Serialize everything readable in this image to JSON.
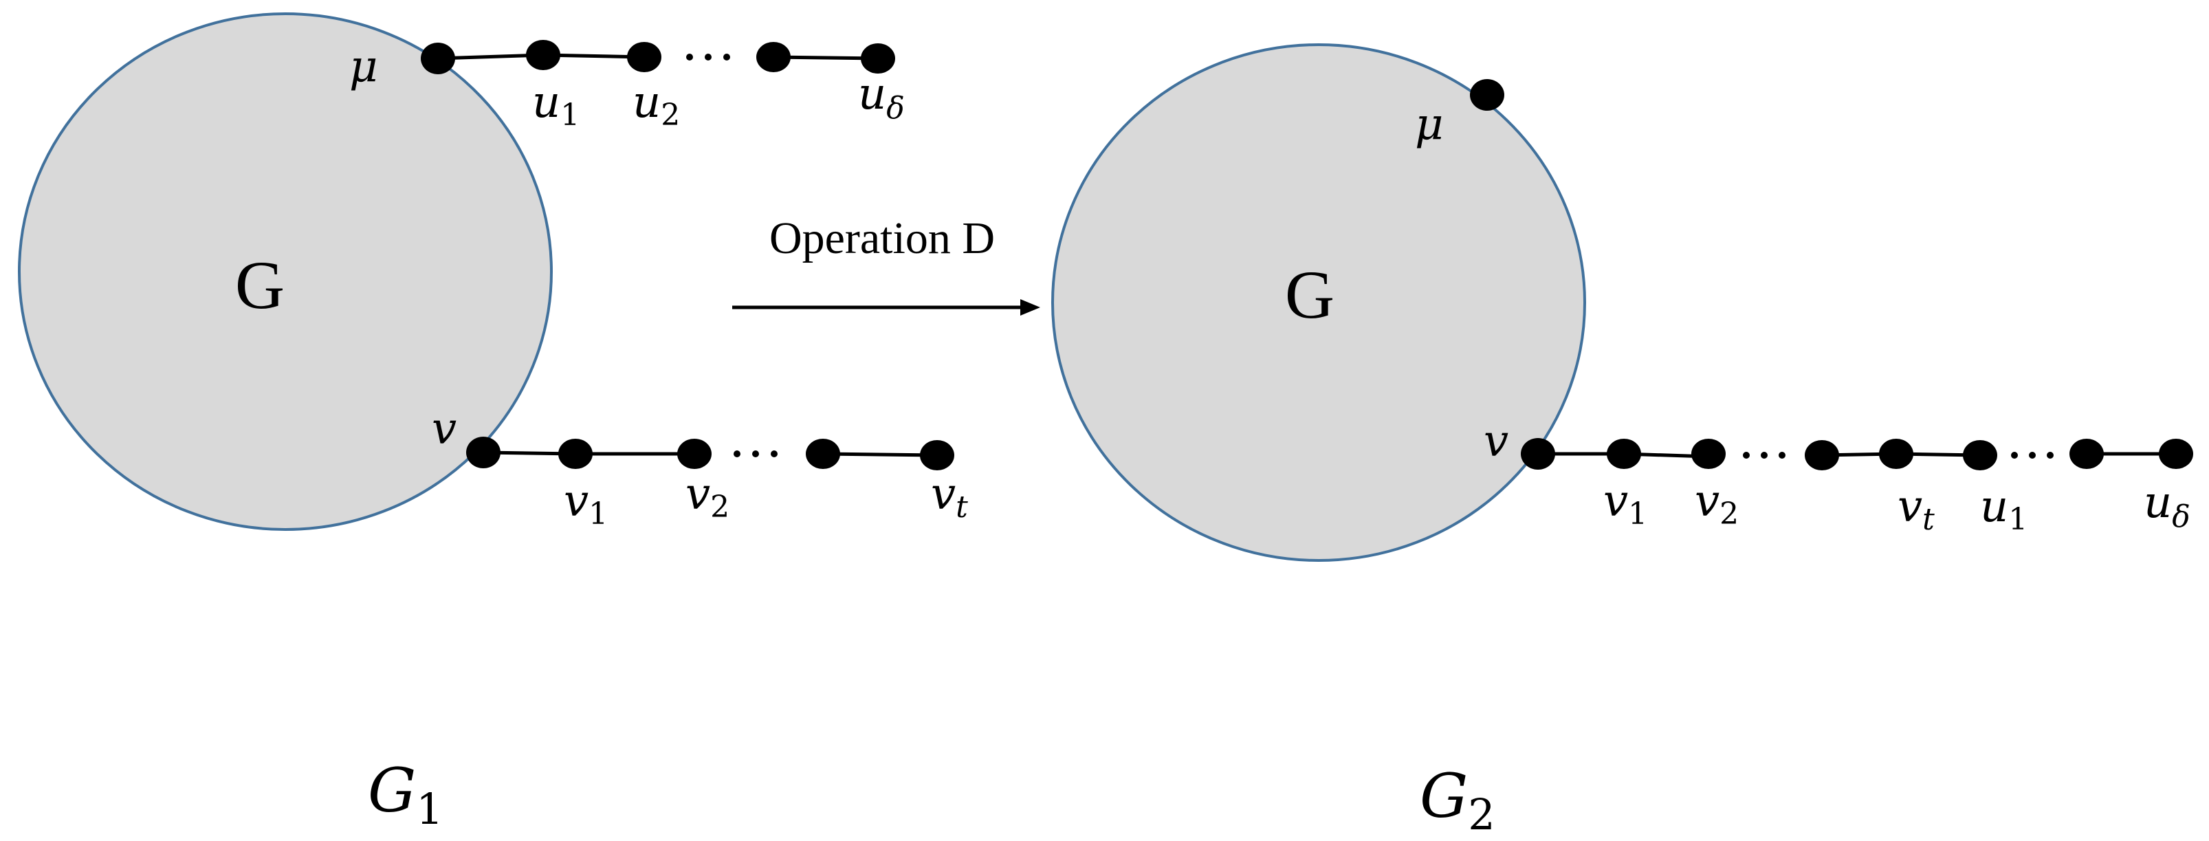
{
  "left": {
    "graph_label": "G",
    "mu_label": "μ",
    "v_label": "v",
    "top_path": [
      {
        "base": "u",
        "sub": "1"
      },
      {
        "base": "u",
        "sub": "2"
      },
      {
        "base": "u",
        "sub": "δ"
      }
    ],
    "bottom_path": [
      {
        "base": "v",
        "sub": "1"
      },
      {
        "base": "v",
        "sub": "2"
      },
      {
        "base": "v",
        "sub": "t"
      }
    ],
    "name": {
      "base": "G",
      "sub": "1"
    }
  },
  "operation": {
    "label": "Operation D"
  },
  "right": {
    "graph_label": "G",
    "mu_label": "μ",
    "v_label": "v",
    "path": [
      {
        "base": "v",
        "sub": "1"
      },
      {
        "base": "v",
        "sub": "2"
      },
      {
        "base": "v",
        "sub": "t"
      },
      {
        "base": "u",
        "sub": "1"
      },
      {
        "base": "u",
        "sub": "δ"
      }
    ],
    "name": {
      "base": "G",
      "sub": "2"
    }
  },
  "ellipsis": "· · ·",
  "colors": {
    "fill": "#d9d9d9",
    "outline": "#41719c",
    "ink": "#000000"
  }
}
